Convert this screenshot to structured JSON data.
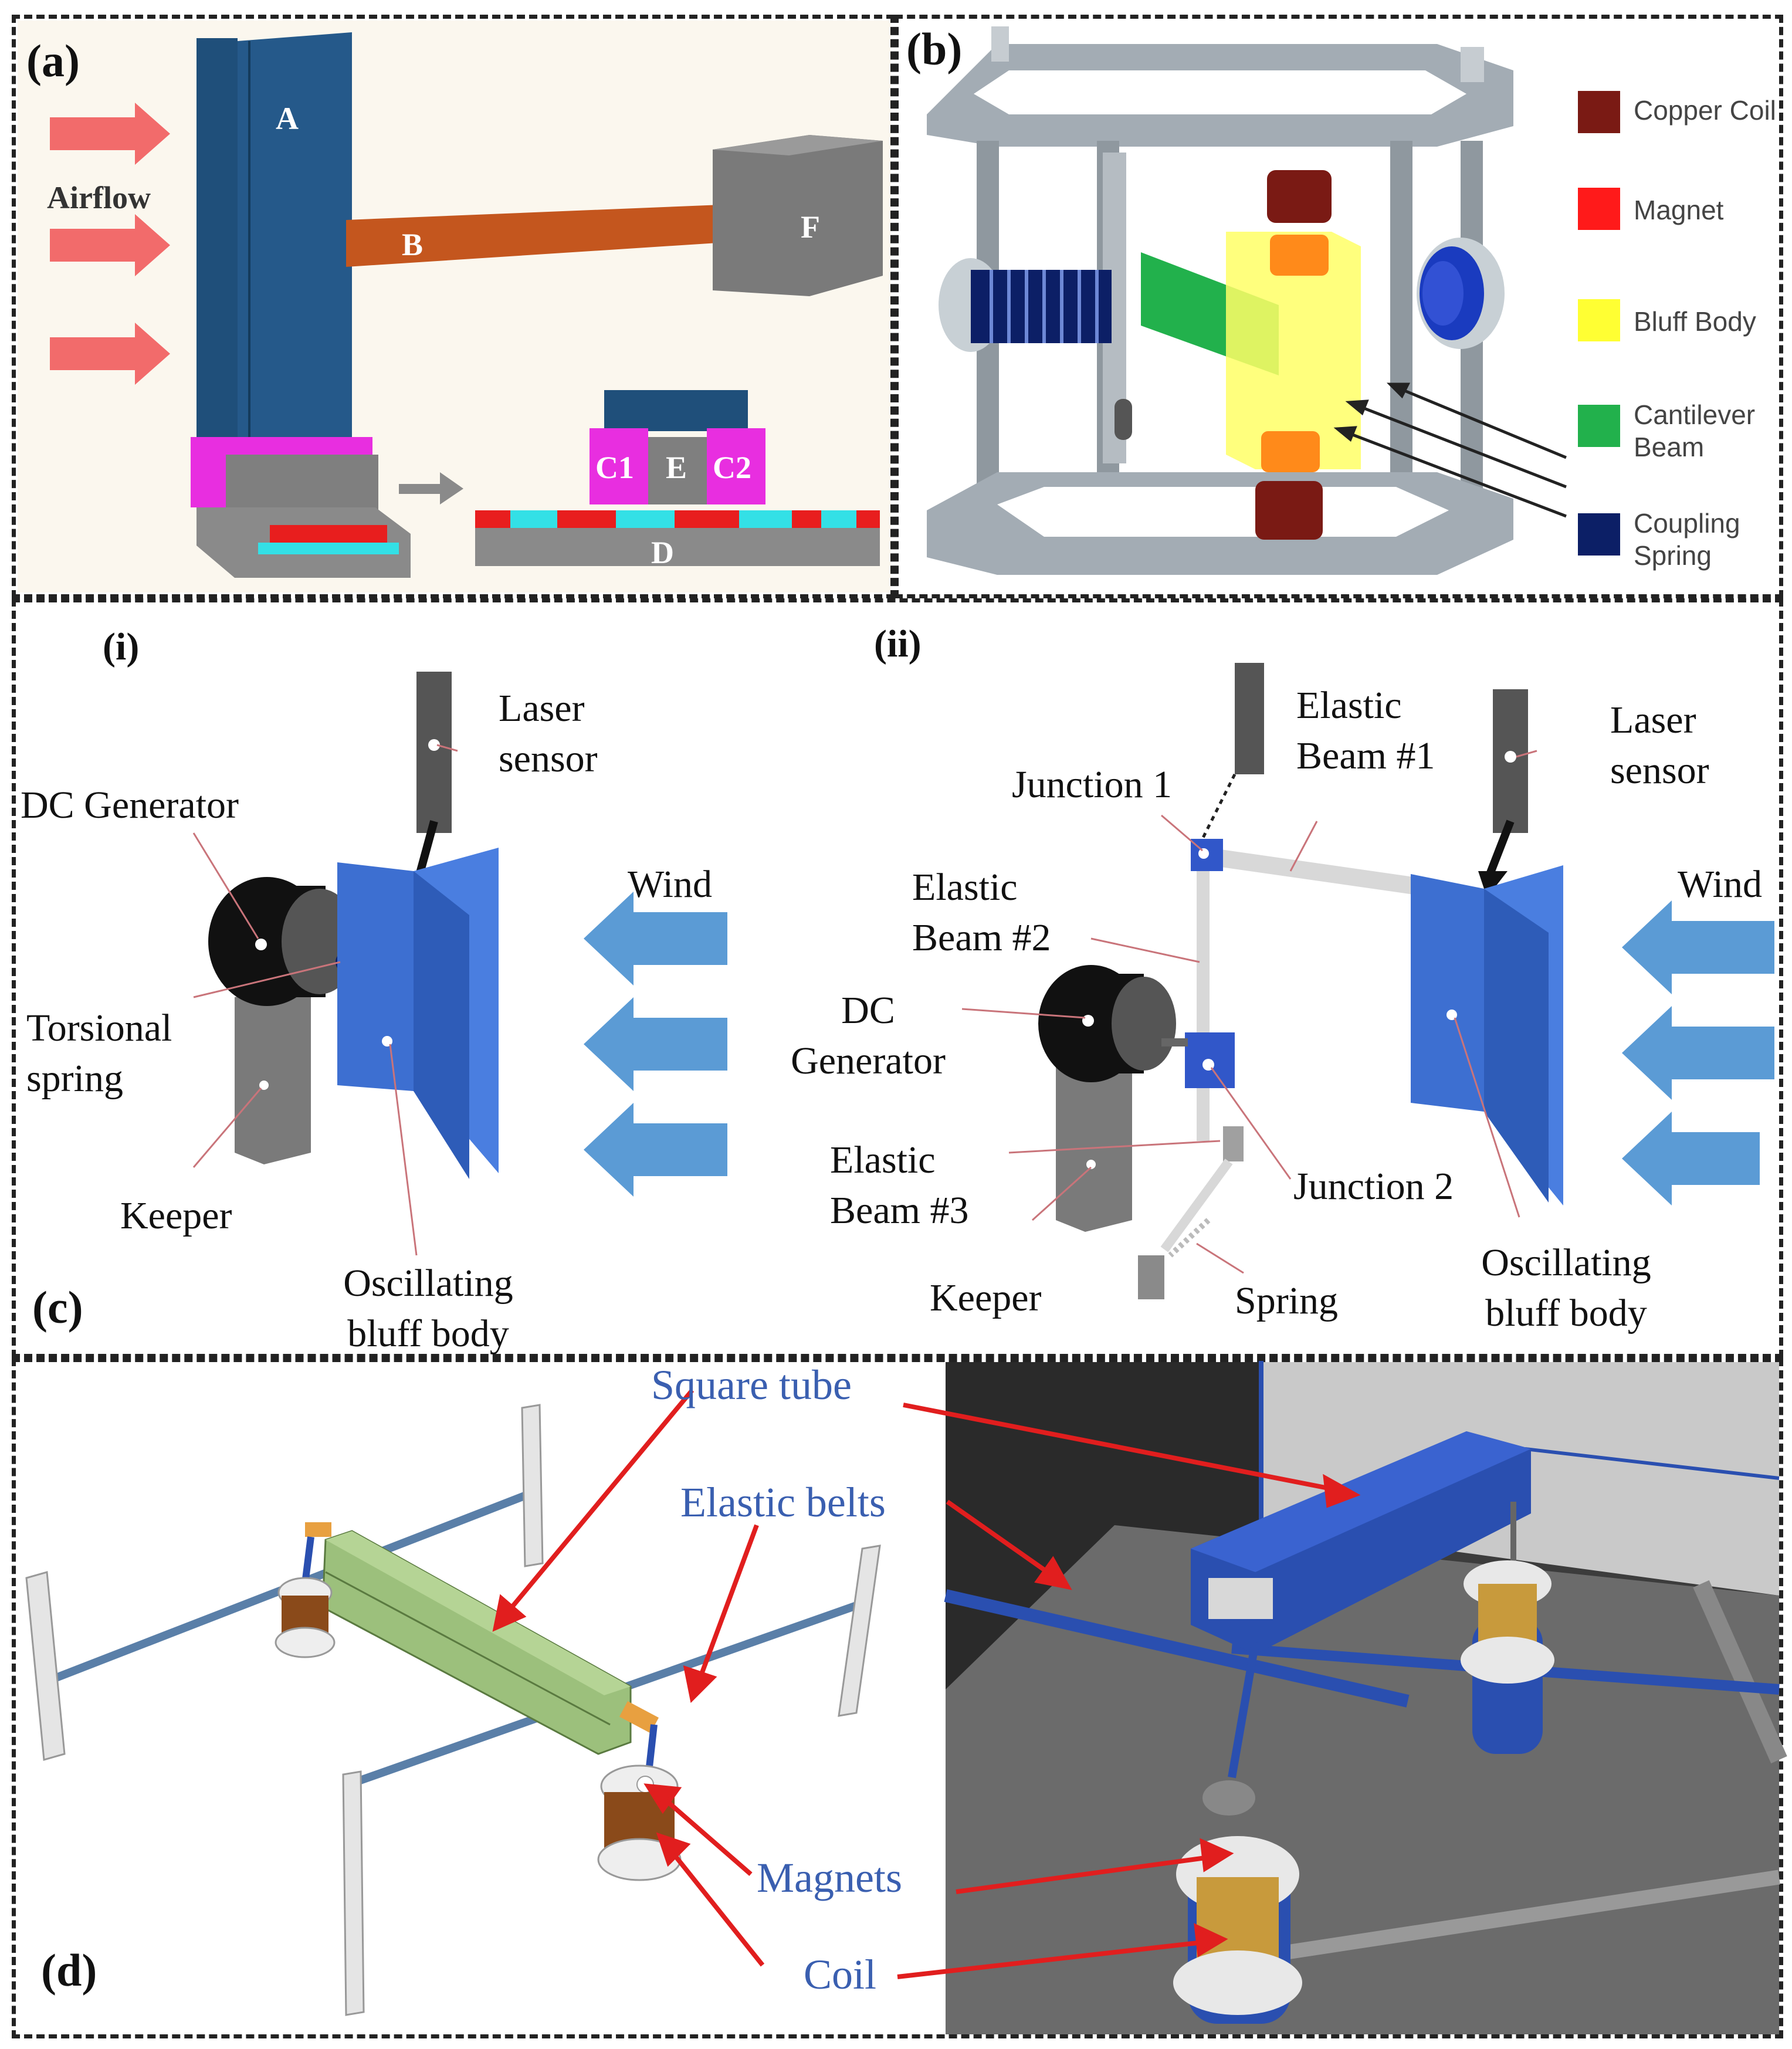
{
  "panels": {
    "a": {
      "label": "(a)",
      "airflow": "Airflow",
      "parts": {
        "A": "A",
        "B": "B",
        "F": "F",
        "C1": "C1",
        "E": "E",
        "C2": "C2",
        "D": "D"
      }
    },
    "b": {
      "label": "(b)",
      "legend": [
        {
          "name": "Copper Coil",
          "color": "#7a1a14"
        },
        {
          "name": "Magnet",
          "color": "#ff1a1a"
        },
        {
          "name": "Bluff Body",
          "color": "#ffff33"
        },
        {
          "name": "Cantilever Beam",
          "color": "#22b14c"
        },
        {
          "name": "Coupling Spring",
          "color": "#0c1f66"
        }
      ]
    },
    "c": {
      "label": "(c)",
      "sub_i": {
        "label": "(i)",
        "laser": "Laser sensor",
        "dc_generator": "DC Generator",
        "torsional_spring": "Torsional spring",
        "keeper": "Keeper",
        "bluff_body": "Oscillating bluff body",
        "wind": "Wind"
      },
      "sub_ii": {
        "label": "(ii)",
        "elastic_beam_1": "Elastic Beam #1",
        "laser": "Laser sensor",
        "junction_1": "Junction 1",
        "elastic_beam_2": "Elastic Beam #2",
        "wind": "Wind",
        "dc_generator": "DC Generator",
        "elastic_beam_3": "Elastic Beam #3",
        "junction_2": "Junction 2",
        "keeper": "Keeper",
        "spring": "Spring",
        "bluff_body": "Oscillating bluff body"
      }
    },
    "d": {
      "label": "(d)",
      "square_tube": "Square tube",
      "elastic_belts": "Elastic belts",
      "magnets": "Magnets",
      "coil": "Coil"
    }
  }
}
